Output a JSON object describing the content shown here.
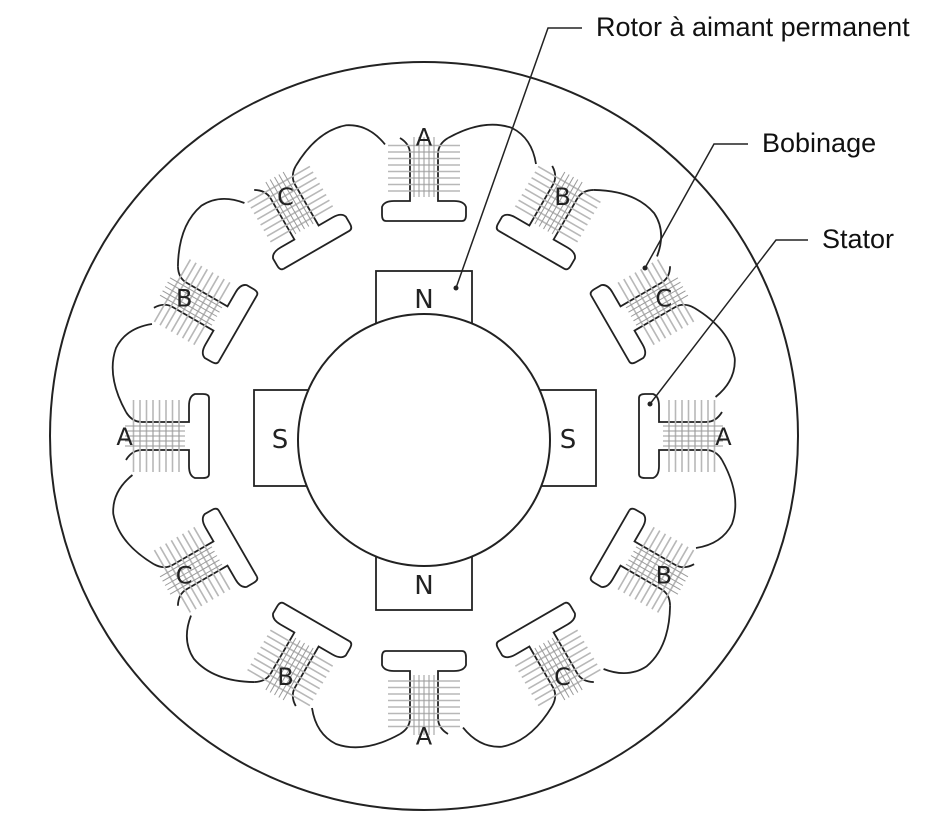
{
  "labels": {
    "rotor": "Rotor à aimant permanent",
    "bobinage": "Bobinage",
    "stator": "Stator"
  },
  "poles": {
    "rotor_magnets": [
      "N",
      "S",
      "N",
      "S"
    ],
    "stator_phases": [
      "A",
      "B",
      "C",
      "A",
      "B",
      "C",
      "A",
      "B",
      "C",
      "A",
      "B",
      "C"
    ]
  },
  "colors": {
    "line": "#222222",
    "winding": "#b8b8b8",
    "background": "#ffffff"
  }
}
